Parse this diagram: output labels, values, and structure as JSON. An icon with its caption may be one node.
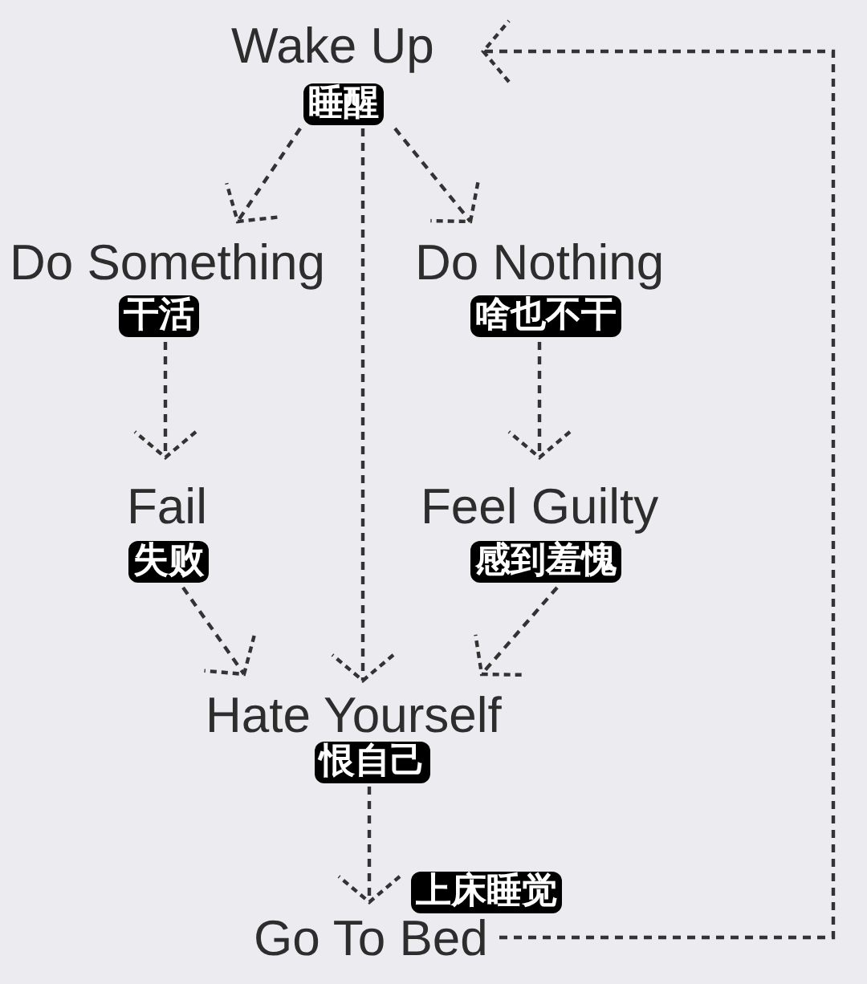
{
  "diagram": {
    "nodes": [
      {
        "text": [
          "Wake Up",
          "睡醒"
        ]
      },
      {
        "text": [
          "Do Something",
          "干活"
        ]
      },
      {
        "text": [
          "Do Nothing",
          "啥也不干"
        ]
      },
      {
        "text": [
          "Fail",
          "失败"
        ]
      },
      {
        "text": [
          "Feel Guilty",
          "感到羞愧"
        ]
      },
      {
        "text": [
          "Hate Yourself",
          "恨自己"
        ]
      },
      {
        "text": [
          "上床睡觉",
          "Go To Bed"
        ]
      }
    ],
    "edges": [
      {
        "from": 0,
        "to": 1,
        "arrow": "to",
        "style": "dashed"
      },
      {
        "from": 0,
        "to": 2,
        "arrow": "to",
        "style": "dashed"
      },
      {
        "from": 0,
        "to": 5,
        "arrow": "to",
        "style": "dashed"
      },
      {
        "from": 1,
        "to": 3,
        "arrow": "to",
        "style": "dashed"
      },
      {
        "from": 2,
        "to": 4,
        "arrow": "to",
        "style": "dashed"
      },
      {
        "from": 3,
        "to": 5,
        "arrow": "to",
        "style": "dashed"
      },
      {
        "from": 4,
        "to": 5,
        "arrow": "to",
        "style": "dashed"
      },
      {
        "from": 5,
        "to": 6,
        "arrow": "to",
        "style": "dashed"
      },
      {
        "from": 6,
        "to": 0,
        "arrow": "to",
        "style": "dashed"
      }
    ]
  }
}
